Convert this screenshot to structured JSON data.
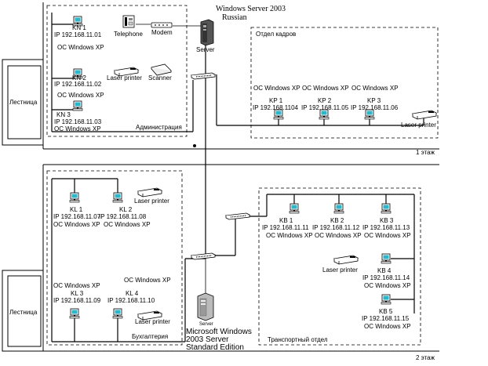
{
  "floor1": {
    "label": "1 этаж",
    "stairs": "Лестница",
    "server_title": "Windows Server  2003",
    "server_subtitle": "Russian",
    "server_label": "Server",
    "admin": {
      "dept": "Администрация",
      "telephone": "Telephone",
      "modem": "Modem",
      "laser_printer": "Laser printer",
      "scanner": "Scanner",
      "kn1": {
        "name": "KN 1",
        "ip": "IP 192.168.11.01",
        "os": "OC Windows XP"
      },
      "kn2": {
        "name": "KN 2",
        "ip": "IP 192.168.11.02",
        "os": "OC Windows XP"
      },
      "kn3": {
        "name": "KN 3",
        "ip": "IP 192.168.11.03",
        "os": "OC Windows XP"
      }
    },
    "hr": {
      "dept": "Отдел кадров",
      "laser_printer": "Laser printer",
      "kp1": {
        "name": "KP 1",
        "ip": "IP 192.168.1104",
        "os": "OC Windows XP"
      },
      "kp2": {
        "name": "KP 2",
        "ip": "IP 192.168.11.05",
        "os": "OC Windows XP"
      },
      "kp3": {
        "name": "KP 3",
        "ip": "IP 192.168.11.06",
        "os": "OC Windows XP"
      }
    }
  },
  "floor2": {
    "label": "2 этаж",
    "stairs": "Лестница",
    "server_label": "Server",
    "server_title_l1": "Microsoft Windows",
    "server_title_l2": "2003 Server",
    "server_title_l3": "Standard Edition",
    "accounting": {
      "dept": "Бухгалтерия",
      "laser_printer_1": "Laser printer",
      "laser_printer_2": "Laser printer",
      "kl1": {
        "name": "KL 1",
        "ip": "IP 192.168.11.07",
        "os": "OC Windows XP"
      },
      "kl2": {
        "name": "KL 2",
        "ip": "IP 192.168.11.08",
        "os": "OC Windows XP"
      },
      "kl3": {
        "name": "KL 3",
        "ip": "IP 192.168.11.09",
        "os": "OC Windows XP"
      },
      "kl4": {
        "name": "KL 4",
        "ip": "IP 192.168.11.10",
        "os": "OC Windows XP"
      }
    },
    "transport": {
      "dept": "Транспортный отдел",
      "laser_printer": "Laser printer",
      "kb1": {
        "name": "KB 1",
        "ip": "IP 192.168.11.11",
        "os": "OC Windows XP"
      },
      "kb2": {
        "name": "KB 2",
        "ip": "IP 192.168.11.12",
        "os": "OC Windows XP"
      },
      "kb3": {
        "name": "KB 3",
        "ip": "IP 192.168.11.13",
        "os": "OC Windows XP"
      },
      "kb4": {
        "name": "KB 4",
        "ip": "IP 192.168.11.14",
        "os": "OC Windows XP"
      },
      "kb5": {
        "name": "KB 5",
        "ip": "IP 192.168.11.15",
        "os": "OC Windows XP"
      }
    }
  }
}
